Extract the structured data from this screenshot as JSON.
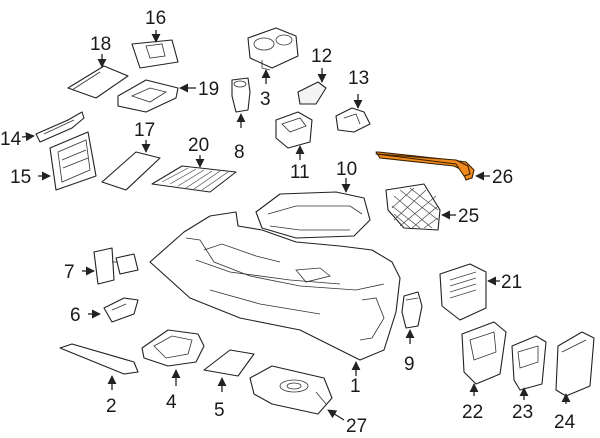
{
  "diagram": {
    "highlight_color": "#f08a1c",
    "highlighted_part": "26",
    "callouts": {
      "c1": "1",
      "c2": "2",
      "c3": "3",
      "c4": "4",
      "c5": "5",
      "c6": "6",
      "c7": "7",
      "c8": "8",
      "c9": "9",
      "c10": "10",
      "c11": "11",
      "c12": "12",
      "c13": "13",
      "c14": "14",
      "c15": "15",
      "c16": "16",
      "c17": "17",
      "c18": "18",
      "c19": "19",
      "c20": "20",
      "c21": "21",
      "c22": "22",
      "c23": "23",
      "c24": "24",
      "c25": "25",
      "c26": "26",
      "c27": "27"
    }
  }
}
